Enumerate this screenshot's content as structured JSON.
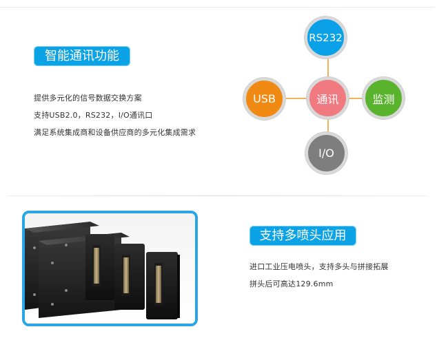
{
  "sections": {
    "communication": {
      "title": "智能通讯功能",
      "lines": [
        "提供多元化的信号数据交换方案",
        "支持USB2.0，RS232，I/O通讯口",
        "满足系统集成商和设备供应商的多元化集成需求"
      ]
    },
    "multi_head": {
      "title": "支持多喷头应用",
      "lines": [
        "进口工业压电喷头，支持多头与拼接拓展",
        "拼头后可高达129.6mm"
      ]
    }
  },
  "diagram": {
    "center": "通讯",
    "top": "RS232",
    "left": "USB",
    "right": "监测",
    "bottom": "I/O"
  },
  "colors": {
    "accent_blue": "#0ba2e6",
    "node_rs232": "#0aa1e9",
    "node_usb": "#f08a12",
    "node_center": "#f07a80",
    "node_monitor": "#5ab32c",
    "node_io": "#7e7e7e",
    "connector": "#f0b15a"
  },
  "image": {
    "subject": "printhead-modules-photo"
  }
}
